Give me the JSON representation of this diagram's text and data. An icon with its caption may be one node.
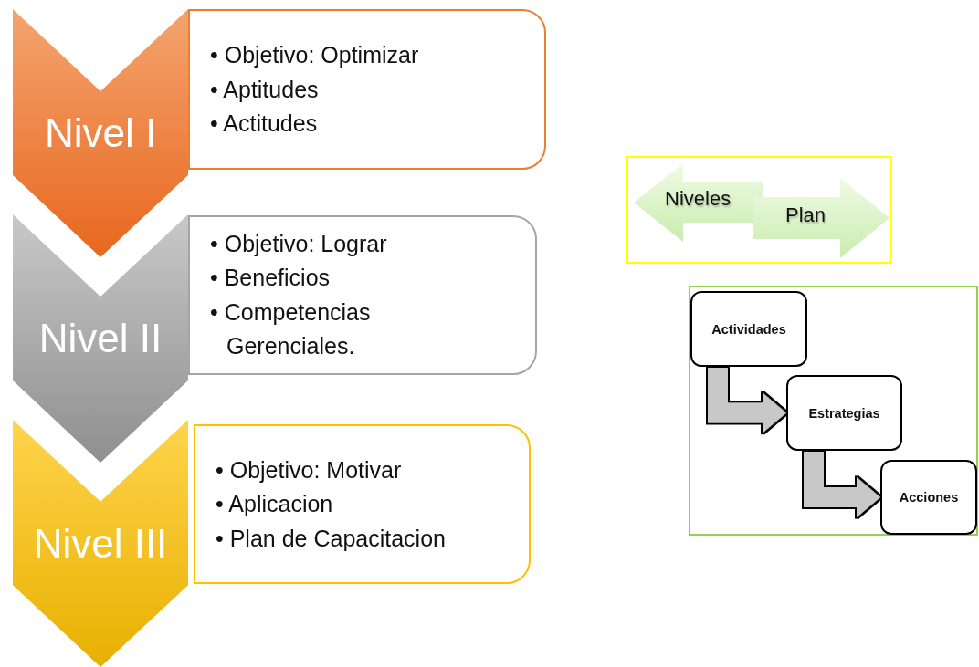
{
  "diagram": {
    "nodes": [
      {
        "text": [
          "Nivel I"
        ]
      },
      {
        "text": [
          "• Objetivo: Optimizar",
          "• Aptitudes",
          "• Actitudes"
        ]
      },
      {
        "text": [
          "Nivel II"
        ]
      },
      {
        "text": [
          "• Objetivo: Lograr",
          "• Beneficios",
          "• Competencias Gerenciales."
        ]
      },
      {
        "text": [
          "Nivel III"
        ]
      },
      {
        "text": [
          "• Objetivo: Motivar",
          "• Aplicacion",
          "• Plan de Capacitacion"
        ]
      },
      {
        "text": [],
        "shape": "box"
      },
      {
        "text": [
          "Niveles"
        ],
        "in": 6
      },
      {
        "text": [
          "Plan"
        ],
        "in": 6
      },
      {
        "text": [],
        "shape": "box"
      },
      {
        "text": [
          "Actividades"
        ],
        "in": 9
      },
      {
        "text": [
          "Estrategias"
        ],
        "in": 9
      },
      {
        "text": [
          "Acciones"
        ],
        "in": 9
      }
    ],
    "edges": [
      {
        "from": 10,
        "to": 11,
        "arrow": "to"
      },
      {
        "from": 11,
        "to": 12,
        "arrow": "to"
      }
    ]
  }
}
